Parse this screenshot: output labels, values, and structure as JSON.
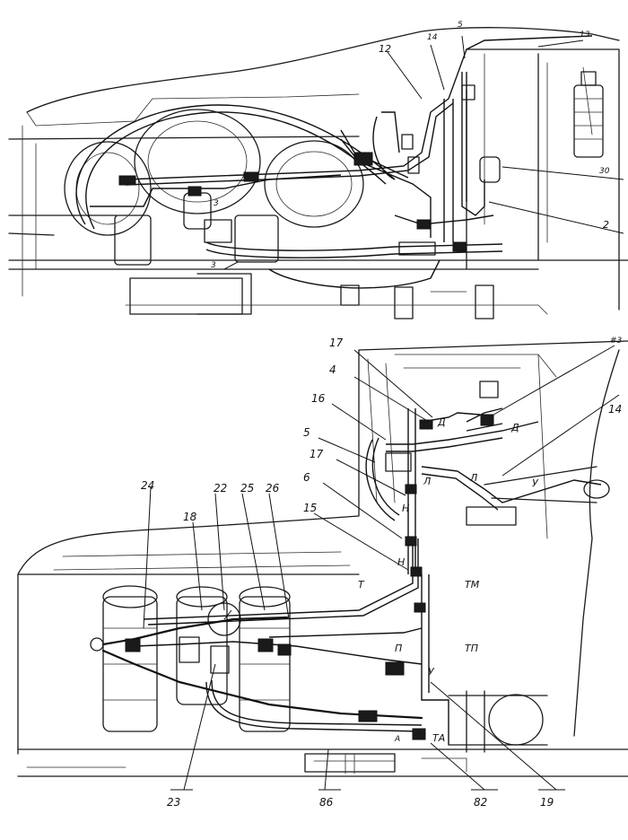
{
  "top_view": {
    "callouts": [
      "12",
      "14",
      "5",
      "13",
      "30",
      "2",
      "3",
      "3"
    ]
  },
  "bottom_view": {
    "callouts": [
      "17",
      "4",
      "16",
      "5",
      "17",
      "6",
      "15",
      "14",
      "24",
      "18",
      "22",
      "25",
      "26",
      "23",
      "86",
      "82",
      "19"
    ],
    "port_letters": [
      "Д",
      "Д",
      "Л",
      "Л",
      "Н",
      "Н",
      "Т",
      "ТМ",
      "П",
      "ТП",
      "У",
      "У",
      "ТА",
      "А"
    ],
    "corner_mark": "#3"
  }
}
